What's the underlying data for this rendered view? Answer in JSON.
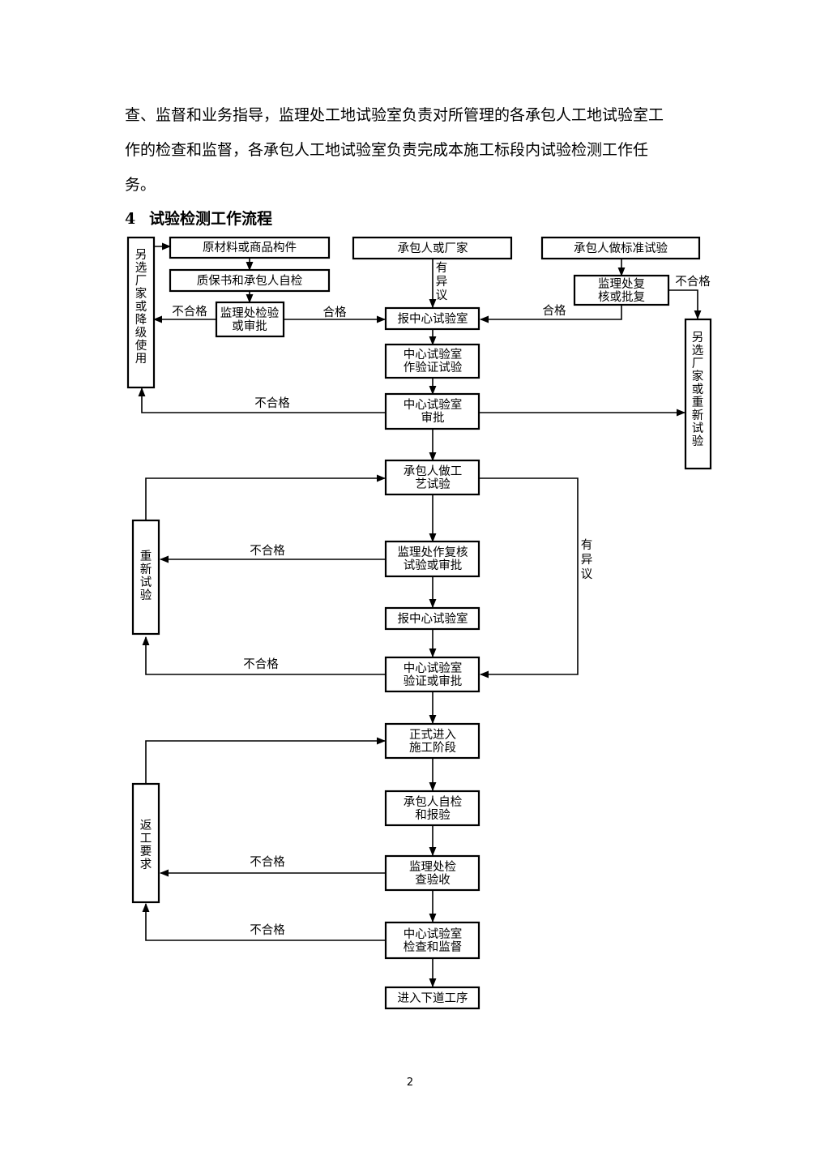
{
  "paragraph": {
    "lines": [
      "查、监督和业务指导，监理处工地试验室负责对所管理的各承包人工地试验室工",
      "作的检查和监督，各承包人工地试验室负责完成本施工标段内试验检测工作任",
      "务。"
    ]
  },
  "section": {
    "number": "4",
    "title": "试验检测工作流程"
  },
  "flowchart": {
    "boxes": {
      "raw_material": "原材料或商品构件",
      "quality_cert": "质保书和承包人自检",
      "supervisor_check": [
        "监理处检验",
        "或审批"
      ],
      "contractor": "承包人或厂家",
      "contractor_std": "承包人做标准试验",
      "supervisor_review": [
        "监理处复",
        "核或批复"
      ],
      "report_center_1": "报中心试验室",
      "center_verify_test": [
        "中心试验室",
        "作验证试验"
      ],
      "center_approve": [
        "中心试验室",
        "审批"
      ],
      "process_test": [
        "承包人做工",
        "艺试验"
      ],
      "supervisor_recheck": [
        "监理处作复核",
        "试验或审批"
      ],
      "report_center_2": "报中心试验室",
      "center_verify_approve": [
        "中心试验室",
        "验证或审批"
      ],
      "formal_construction": [
        "正式进入",
        "施工阶段"
      ],
      "self_check": [
        "承包人自检",
        "和报验"
      ],
      "supervisor_inspect": [
        "监理处检",
        "查验收"
      ],
      "center_inspect": [
        "中心试验室",
        "检查和监督"
      ],
      "next_process": "进入下道工序"
    },
    "vertical_boxes": {
      "alt_vendor_left": "另选厂家或降级使用",
      "alt_vendor_right": "另选厂家或重新试验",
      "retest": "重新试验",
      "rework": "返工要求"
    },
    "labels": {
      "fail": "不合格",
      "pass": "合格",
      "objection": "有异议"
    }
  },
  "page_number": "2"
}
